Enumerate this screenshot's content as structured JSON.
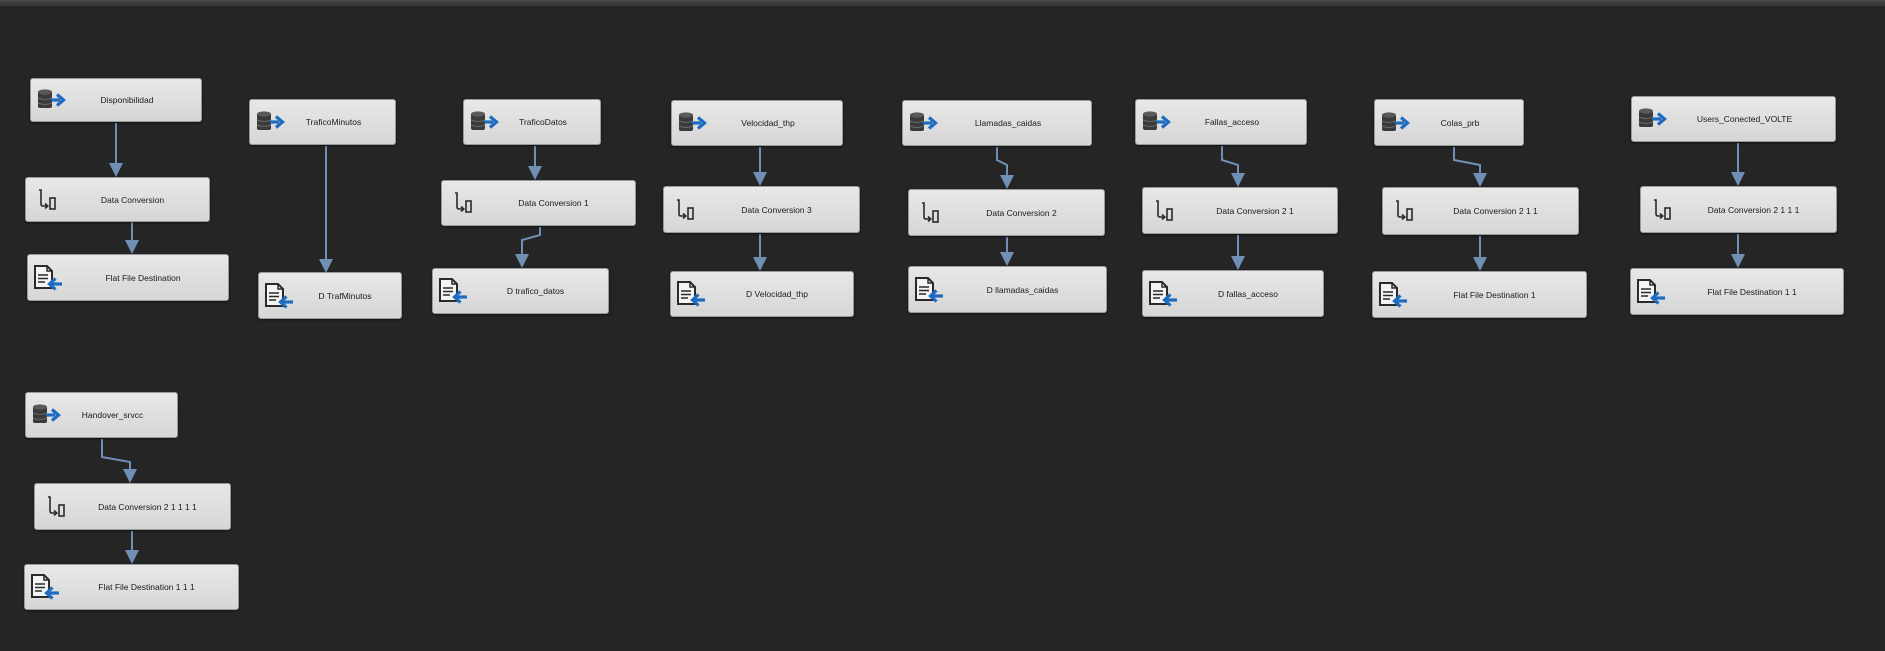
{
  "tasks": {
    "disponibilidad": "Disponibilidad",
    "dc_1": "Data Conversion",
    "ffd_1": "Flat File Destination",
    "trafico_minutos": "TraficoMinutos",
    "d_trafminutos": "D TrafMinutos",
    "trafico_datos": "TraficoDatos",
    "dc_2": "Data Conversion 1",
    "d_trafico_datos": "D trafico_datos",
    "velocidad_thp": "Velocidad_thp",
    "dc_3": "Data Conversion 3",
    "d_velocidad_thp": "D Velocidad_thp",
    "llamadas_caidas": "Llamadas_caidas",
    "dc_4": "Data Conversion 2",
    "d_llamadas_caidas": "D llamadas_caidas",
    "fallas_acceso": "Fallas_acceso",
    "dc_5": "Data Conversion 2 1",
    "d_fallas_acceso": "D fallas_acceso",
    "colas_prb": "Colas_prb",
    "dc_6": "Data Conversion 2 1 1",
    "ffd_2": "Flat File Destination 1",
    "users_conected_volte": "Users_Conected_VOLTE",
    "dc_7": "Data Conversion 2 1 1 1",
    "ffd_3": "Flat File Destination 1 1",
    "handover_srvcc": "Handover_srvcc",
    "dc_8": "Data Conversion 2 1 1 1 1",
    "ffd_4": "Flat File Destination 1 1 1"
  },
  "colors": {
    "canvas": "#252526",
    "arrow": "#6f8fb5",
    "icon_blue": "#1e6cc1"
  },
  "icons": {
    "source": "odbc-source-icon",
    "conversion": "data-conversion-icon",
    "destination": "flat-file-destination-icon"
  }
}
